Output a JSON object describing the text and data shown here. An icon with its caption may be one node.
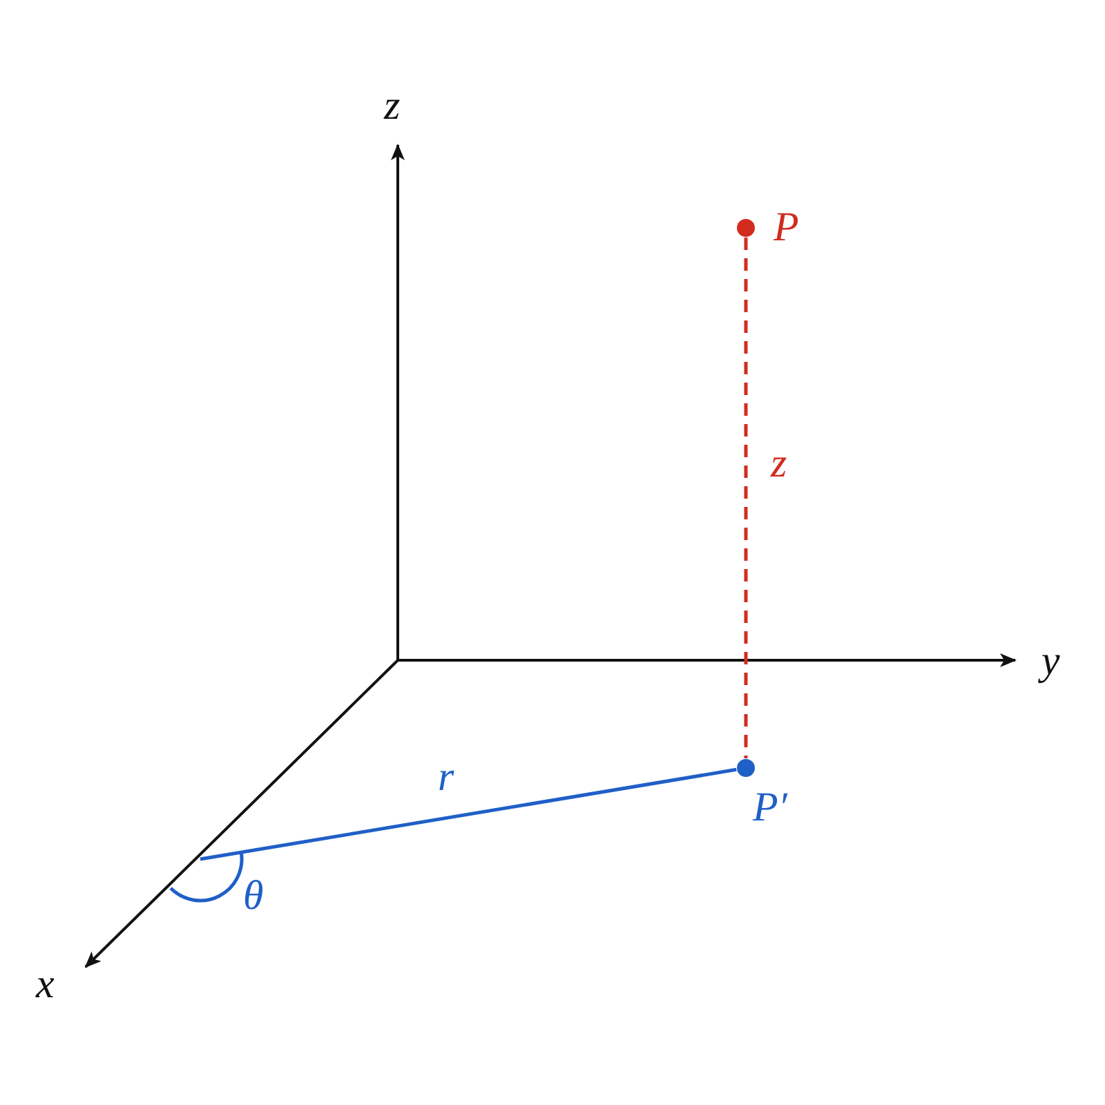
{
  "diagram": {
    "nodes": [
      {
        "text": [
          "P"
        ]
      },
      {
        "text": [
          "P′"
        ]
      }
    ],
    "edges": [
      {
        "from": 0,
        "to": 1,
        "arrow": "none",
        "style": "dashed",
        "color": "#d22c1f",
        "label": "z"
      },
      {
        "from": null,
        "to": 1,
        "arrow": "none",
        "color": "#1f5fc8",
        "label": "r"
      }
    ],
    "labels": [
      "z",
      "y",
      "x",
      "θ"
    ]
  }
}
